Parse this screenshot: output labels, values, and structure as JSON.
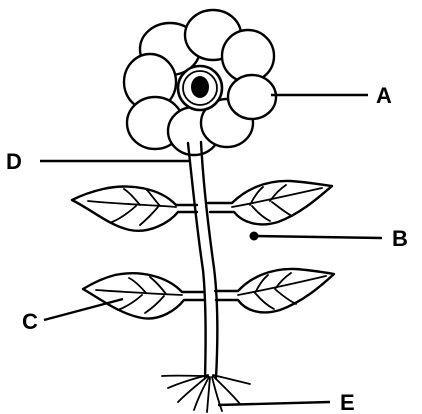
{
  "diagram": {
    "labels": {
      "a": "A",
      "b": "B",
      "c": "C",
      "d": "D",
      "e": "E"
    }
  },
  "colors": {
    "ink": "#000000",
    "background": "#ffffff"
  }
}
